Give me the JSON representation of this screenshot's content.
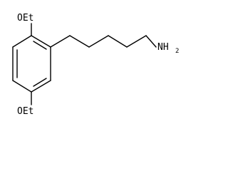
{
  "molecule": {
    "labels": {
      "top_substituent": "OEt",
      "bottom_substituent": "OEt",
      "amine": "NH",
      "amine_subscript": "2"
    }
  },
  "colors": {
    "bond": "#000000",
    "text": "#000000",
    "background": "#ffffff"
  }
}
